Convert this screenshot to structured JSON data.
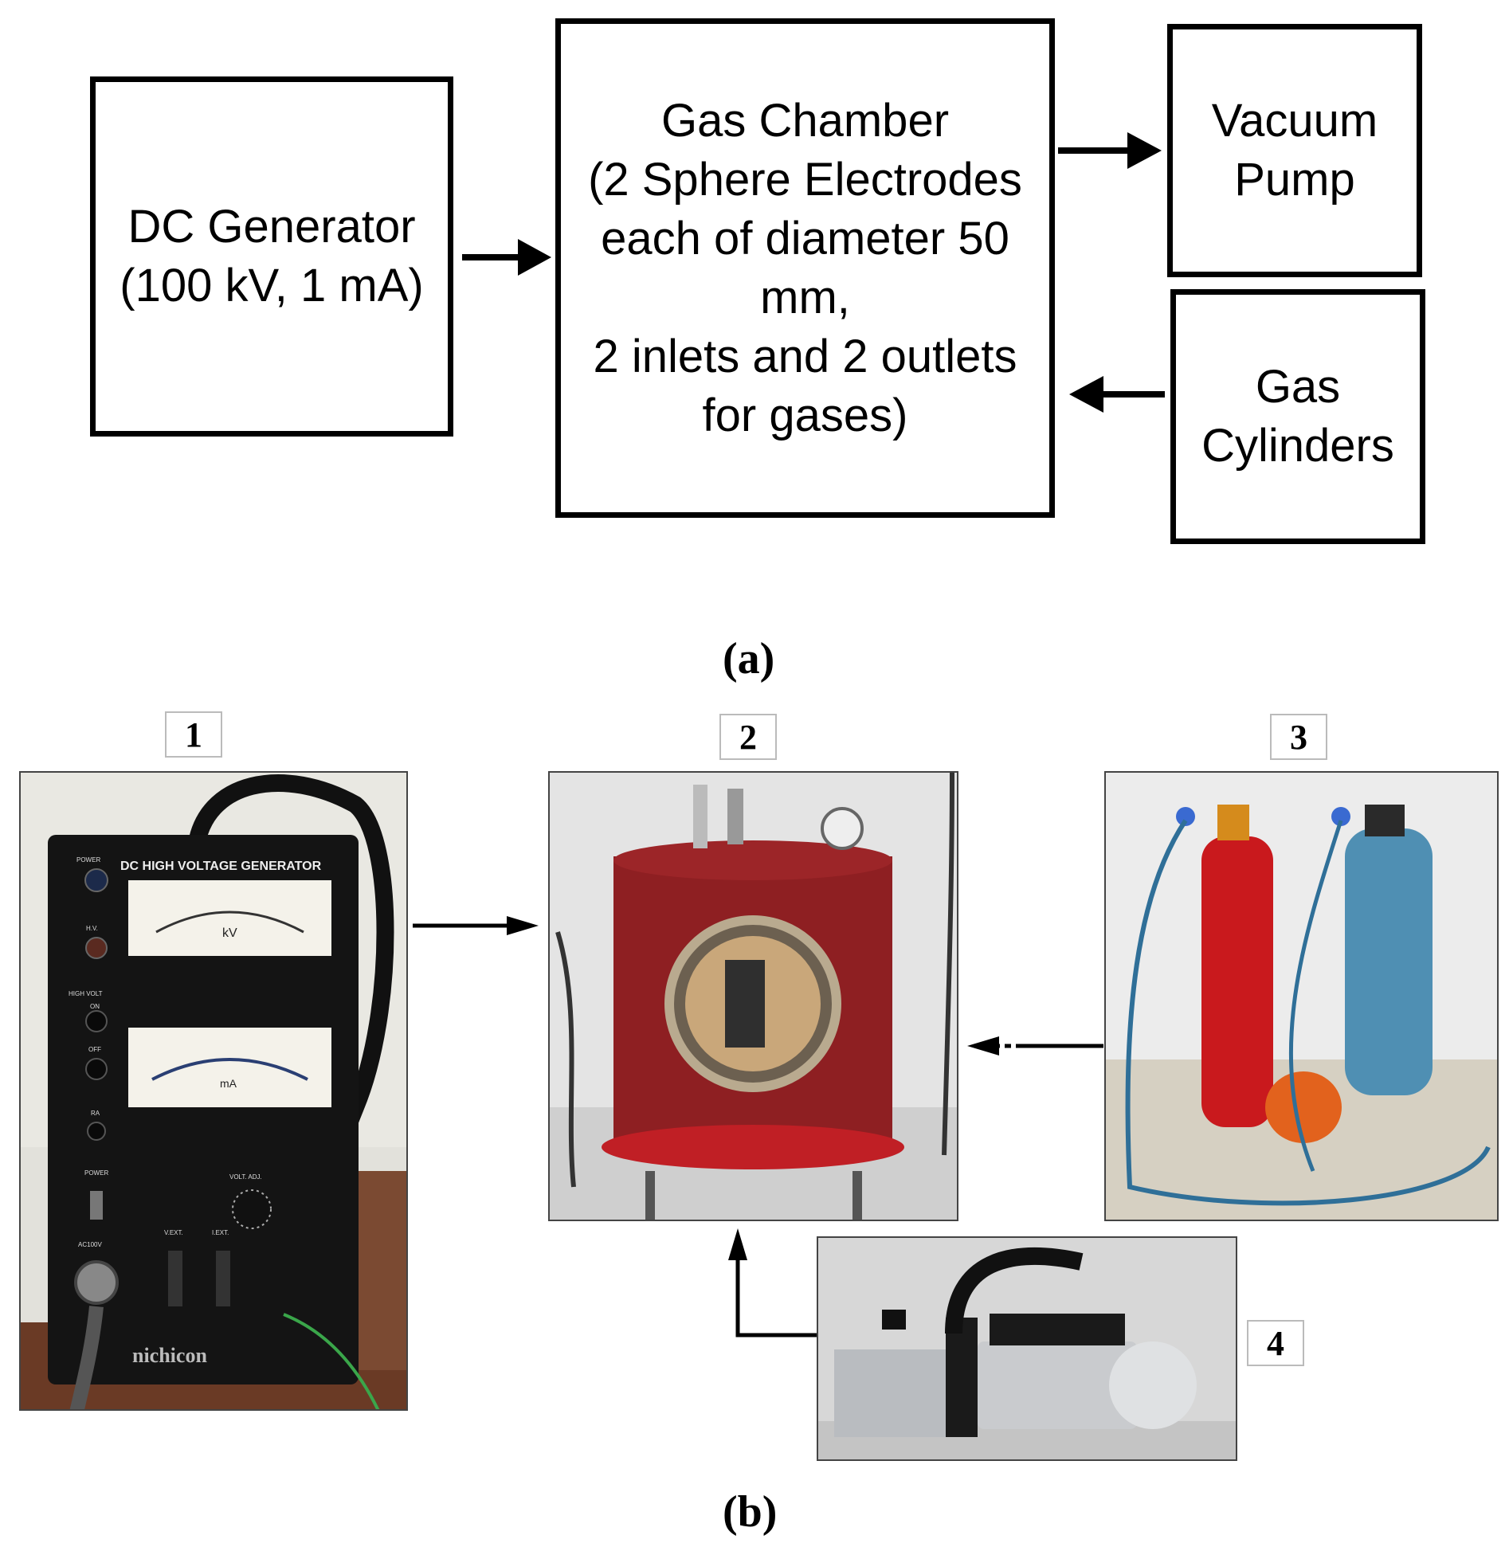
{
  "diagram": {
    "dc_generator": [
      "DC Generator",
      "(100 kV, 1 mA)"
    ],
    "gas_chamber": [
      "Gas Chamber",
      "(2 Sphere Electrodes",
      "each of diameter 50",
      "mm,",
      "2 inlets and 2 outlets",
      "for gases)"
    ],
    "vacuum_pump": [
      "Vacuum",
      "Pump"
    ],
    "gas_cylinders": [
      "Gas",
      "Cylinders"
    ]
  },
  "captions": {
    "a": "(a)",
    "b": "(b)"
  },
  "photo_labels": [
    "1",
    "2",
    "3",
    "4"
  ],
  "generator_panel": {
    "title": "DC HIGH VOLTAGE GENERATOR",
    "meter_top": "kV",
    "meter_bottom": "mA",
    "brand": "nichicon",
    "left_labels": [
      "POWER",
      "H.V.",
      "HIGH VOLT",
      "ON",
      "OFF",
      "RA",
      "POWER",
      "AC100V"
    ],
    "bottom_labels": [
      "VOLT. ADJ.",
      "V.EXT.",
      "I.EXT."
    ]
  },
  "colors": {
    "frame": "#000000",
    "chamber_red": "#8e1f22",
    "cylinder_red": "#c9191d",
    "cylinder_blue": "#4f8fb3",
    "panel": "#141414"
  }
}
